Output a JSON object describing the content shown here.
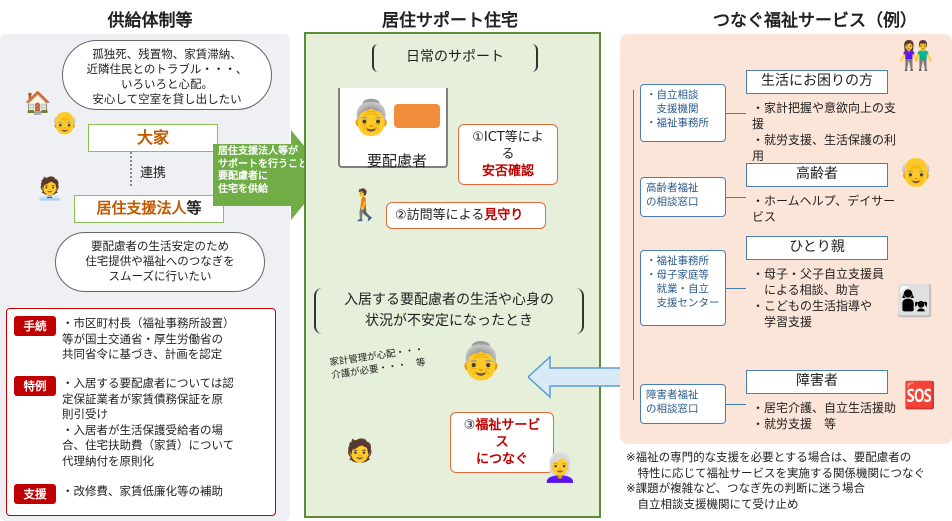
{
  "left": {
    "title": "供給体制等",
    "cloud_top": "孤独死、残置物、家賃滞納、\n近隣住民とのトラブル・・・、\nいろいろと心配。\n安心して空室を貸し出したい",
    "landlord": "大家",
    "link": "連携",
    "corp_main": "居住支援法人",
    "corp_suffix": "等",
    "cloud_bottom": "要配慮者の生活安定のため\n住宅提供や福祉へのつなぎを\nスムーズに行いたい",
    "rules": [
      {
        "tag": "手続",
        "lines": [
          "・市区町村長（福祉事務所設置）",
          "等が国土交通省・厚生労働省の",
          "共同省令に基づき、計画を認定"
        ]
      },
      {
        "tag": "特例",
        "lines": [
          "・入居する要配慮者については認",
          "定保証業者が家賃債務保証を原",
          "則引受け",
          "・入居者が生活保護受給者の場",
          "合、住宅扶助費（家賃）について",
          "代理納付を原則化"
        ]
      },
      {
        "tag": "支援",
        "lines": [
          "・改修費、家賃低廉化等の補助"
        ]
      }
    ]
  },
  "arrow_text": "居住支援法人等が\nサポートを行うことで\n要配慮者に\n住宅を供給",
  "center": {
    "title": "居住サポート住宅",
    "daily": "日常のサポート",
    "person": "要配慮者",
    "s1a": "①ICT等による",
    "s1b": "安否確認",
    "s2a": "②訪問等による",
    "s2b": "見守り",
    "unstable": "入居する要配慮者の生活や心身の\n状況が不安定になったとき",
    "worry": "家計管理が心配・・・\n介護が必要・・・　等",
    "s3a": "③",
    "s3b": "福祉サービス",
    "s3c": "につなぐ"
  },
  "right": {
    "title": "つなぐ福祉サービス（例）",
    "rows": [
      {
        "agency": "・自立相談\n　支援機関\n・福祉事務所",
        "category": "生活にお困りの方",
        "services": "・家計把握や意欲向上の支援\n・就労支援、生活保護の利用"
      },
      {
        "agency": "高齢者福祉\nの相談窓口",
        "category": "高齢者",
        "services": "・ホームヘルプ、デイサービス"
      },
      {
        "agency": "・福祉事務所\n・母子家庭等\n　就業・自立\n　支援センター",
        "category": "ひとり親",
        "services": "・母子・父子自立支援員\n　による相談、助言\n・こどもの生活指導や\n　学習支援"
      },
      {
        "agency": "障害者福祉\nの相談窓口",
        "category": "障害者",
        "services": "・居宅介護、自立生活援助\n・就労支援　等"
      }
    ],
    "notes": [
      "※福祉の専門的な支援を必要とする場合は、要配慮者の",
      "　特性に応じて福祉サービスを実施する関係機関につなぐ",
      "※課題が複雑など、つなぎ先の判断に迷う場合",
      "　自立相談支援機関にて受け止め"
    ]
  }
}
